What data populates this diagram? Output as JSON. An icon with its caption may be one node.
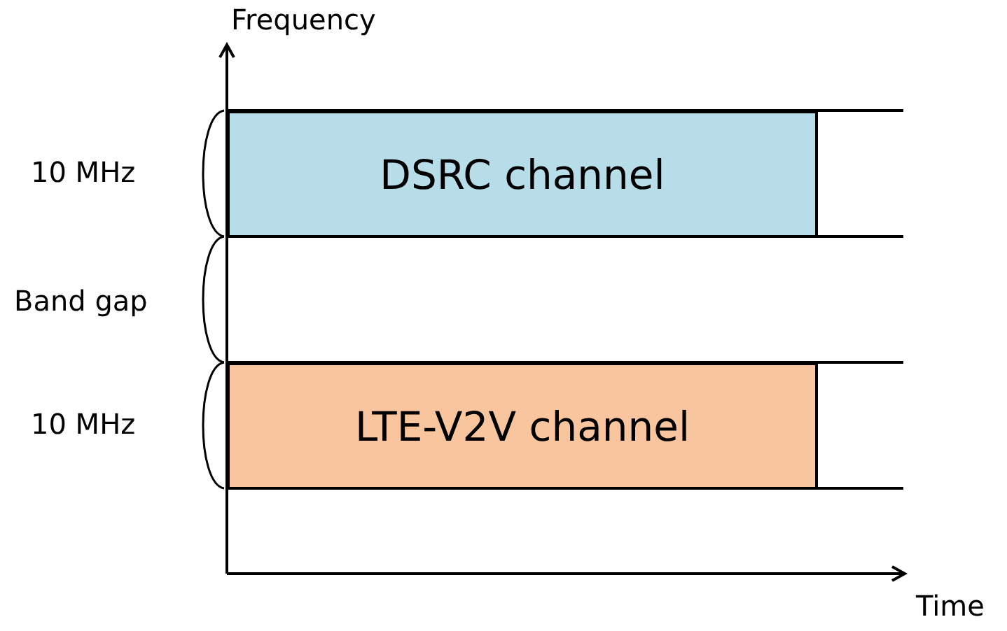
{
  "diagram": {
    "nodes": [
      {
        "text": [
          "DSRC channel"
        ]
      },
      {
        "text": [
          "LTE-V2V channel"
        ]
      }
    ],
    "labels": [
      "Frequency",
      "10 MHz",
      "Band gap",
      "10 MHz",
      "Time"
    ]
  }
}
